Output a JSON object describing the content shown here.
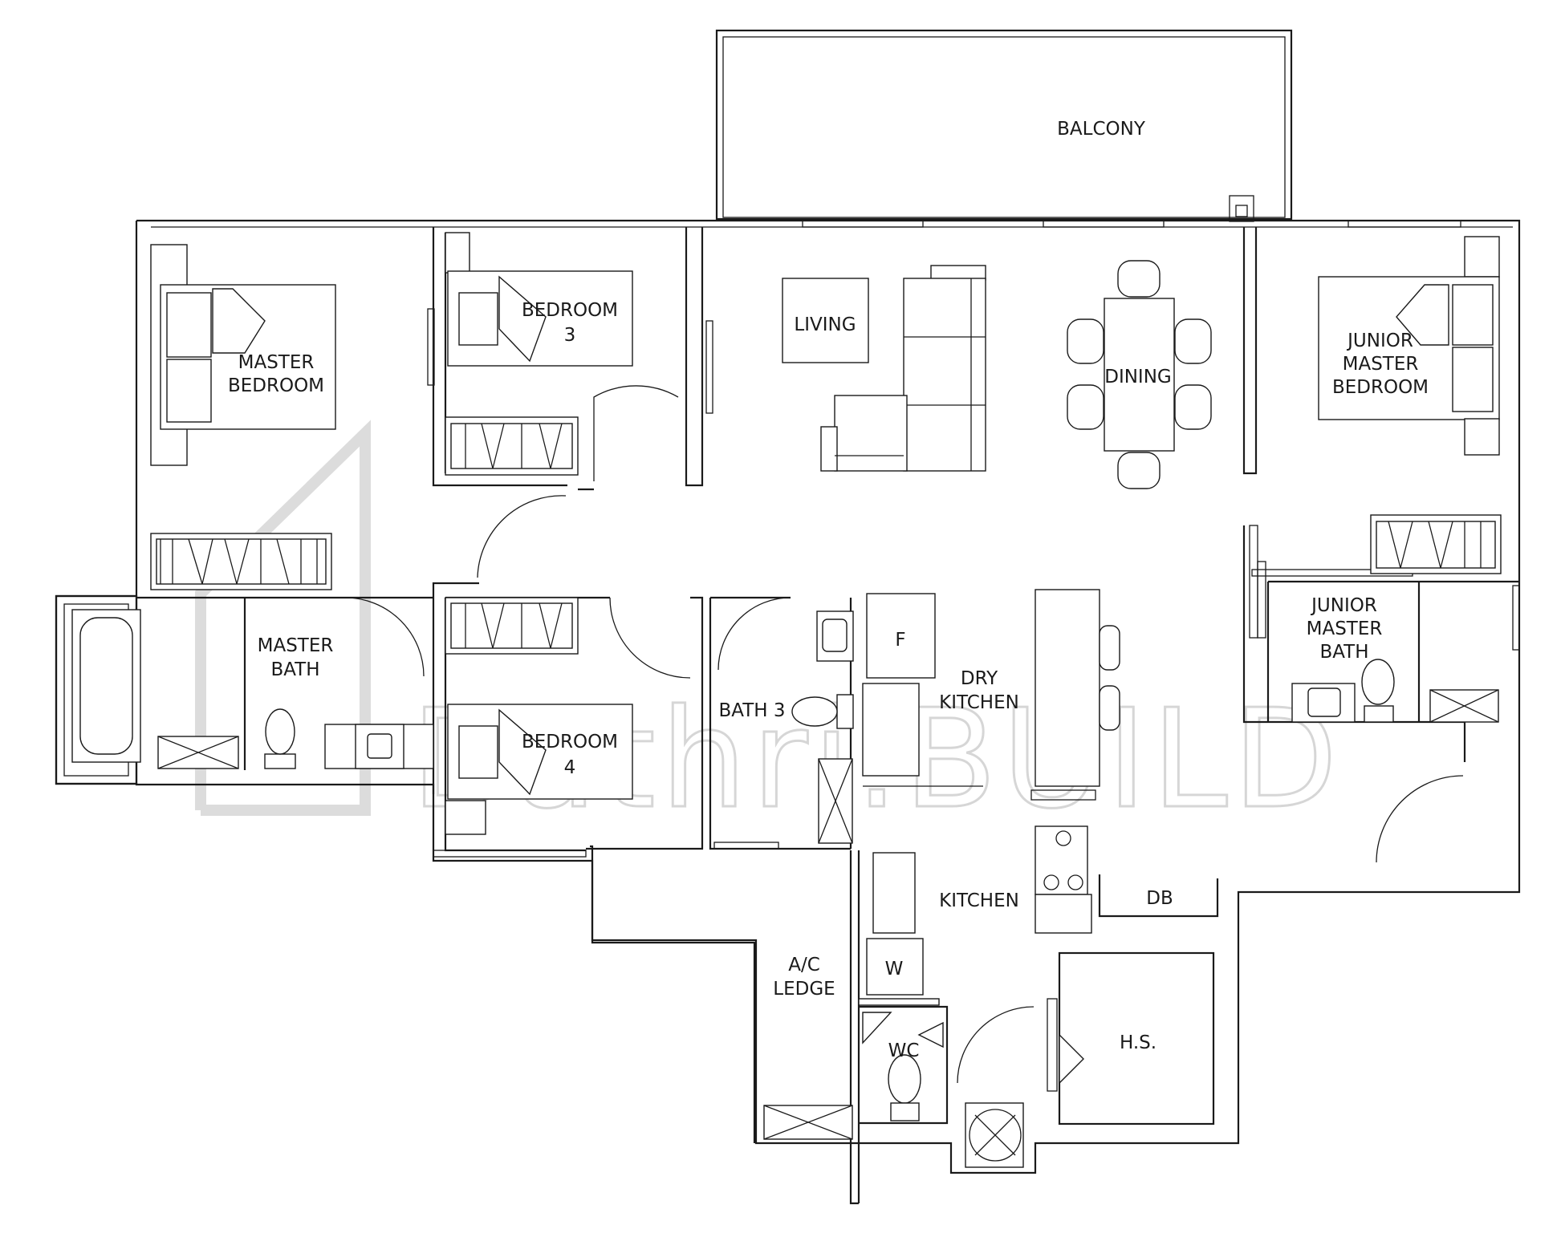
{
  "watermark": {
    "brand": "athri.BUILD",
    "logo_letter": "D"
  },
  "rooms": {
    "balcony": "BALCONY",
    "living": "LIVING",
    "dining": "DINING",
    "master_bedroom": [
      "MASTER",
      "BEDROOM"
    ],
    "bedroom_3": [
      "BEDROOM",
      "3"
    ],
    "bedroom_4": [
      "BEDROOM",
      "4"
    ],
    "junior_master_bedroom": [
      "JUNIOR",
      "MASTER",
      "BEDROOM"
    ],
    "master_bath": [
      "MASTER",
      "BATH"
    ],
    "junior_master_bath": [
      "JUNIOR",
      "MASTER",
      "BATH"
    ],
    "bath_3": "BATH 3",
    "dry_kitchen": [
      "DRY",
      "KITCHEN"
    ],
    "kitchen": "KITCHEN",
    "ac_ledge": [
      "A/C",
      "LEDGE"
    ],
    "wc": "WC",
    "hs": "H.S.",
    "db": "DB",
    "fridge": "F",
    "washer": "W"
  }
}
